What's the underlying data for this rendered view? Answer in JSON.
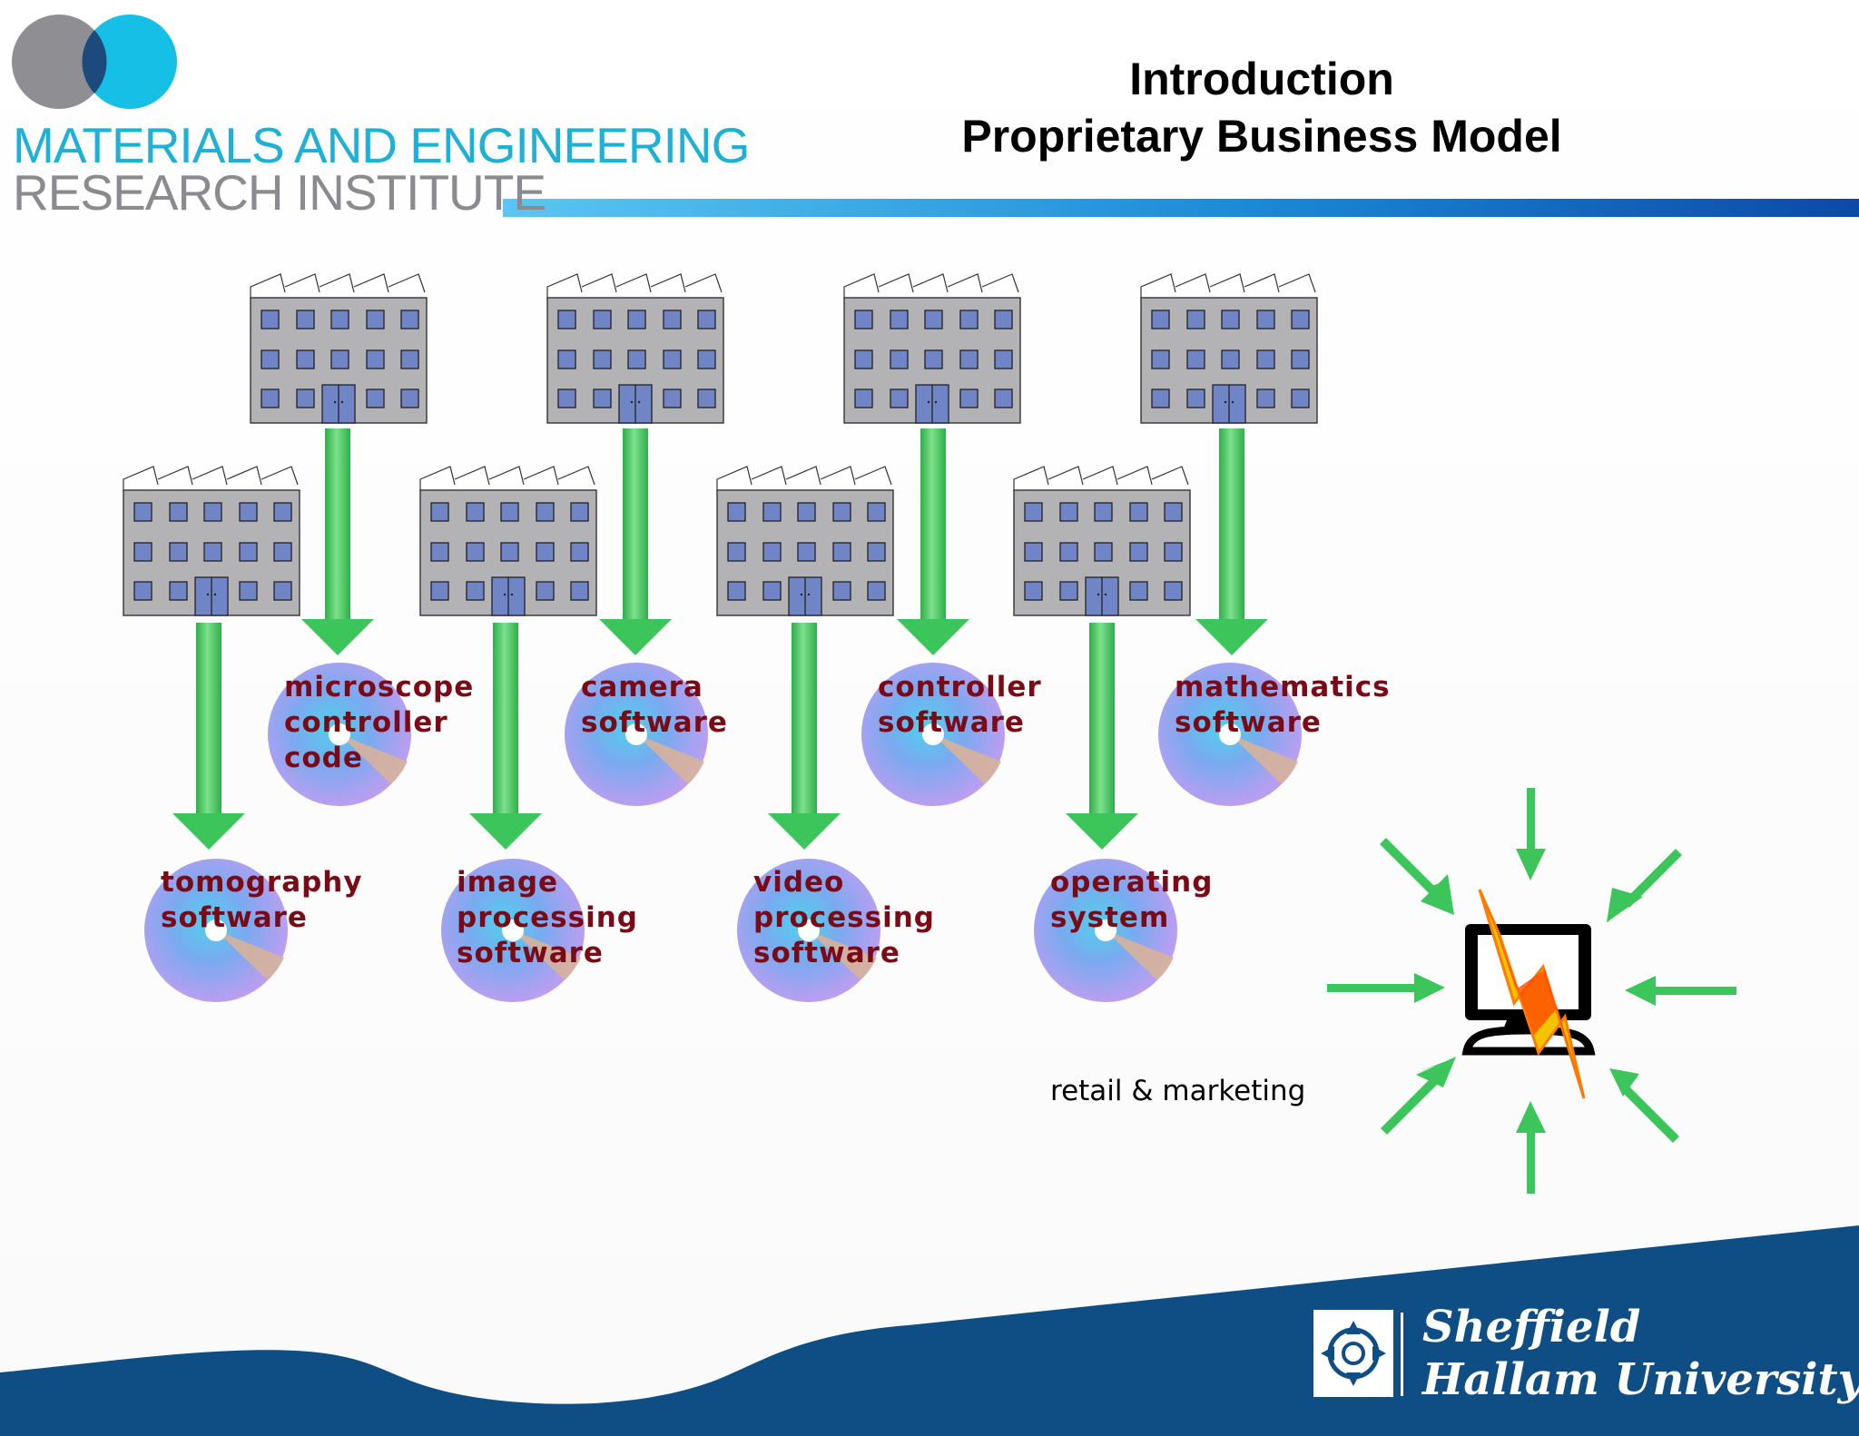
{
  "header": {
    "title_line1": "Introduction",
    "title_line2": "Proprietary Business Model",
    "org_line1": "MATERIALS AND ENGINEERING",
    "org_line2": "RESEARCH INSTITUTE"
  },
  "diagram": {
    "upper_products": [
      "microscope\ncontroller\ncode",
      "camera\nsoftware",
      "controller\nsoftware",
      "mathematics\nsoftware"
    ],
    "lower_products": [
      "tomography\nsoftware",
      "image\nprocessing\nsoftware",
      "video\nprocessing\nsoftware",
      "operating\nsystem"
    ],
    "retail_label": "retail & marketing"
  },
  "footer": {
    "university_line1": "Sheffield",
    "university_line2": "Hallam University"
  },
  "colors": {
    "brand_cyan": "#1fb0d6",
    "brand_grey": "#8a8a8f",
    "footer_blue": "#0f4e85",
    "arrow_green": "#3cc55a",
    "label_maroon": "#7a0a16",
    "building_grey": "#b3b3b6",
    "window_blue": "#6f85c6"
  },
  "icons": [
    "factory-icon",
    "software-disc-icon",
    "arrow-down-icon",
    "computer-monitor-icon",
    "lightning-bolt-icon",
    "university-crest-icon"
  ]
}
